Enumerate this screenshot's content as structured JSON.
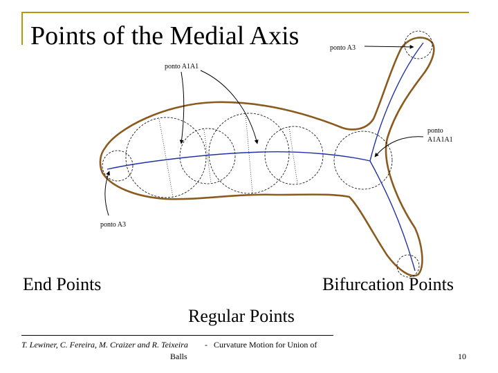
{
  "slide": {
    "title": "Points of the Medial Axis",
    "labels": {
      "end_points": "End Points",
      "bifurcation_points": "Bifurcation Points",
      "regular_points": "Regular Points"
    },
    "footer": {
      "authors": "T. Lewiner, C. Fereira, M. Craizer and R. Teixeira",
      "separator": "-",
      "talk_title_line1": "Curvature Motion for Union of",
      "talk_title_line2": "Balls",
      "page_number": "10"
    }
  },
  "diagram": {
    "annotations": {
      "a3_top": "ponto A3",
      "a1a1": "ponto A1A1",
      "a1a1a1_line1": "ponto",
      "a1a1a1_line2": "A1A1A1",
      "a3_bottom": "ponto A3"
    },
    "colors": {
      "outline": "#8a5a1e",
      "medial_axis": "#1f2fa8",
      "frame": "#b8960c"
    }
  }
}
